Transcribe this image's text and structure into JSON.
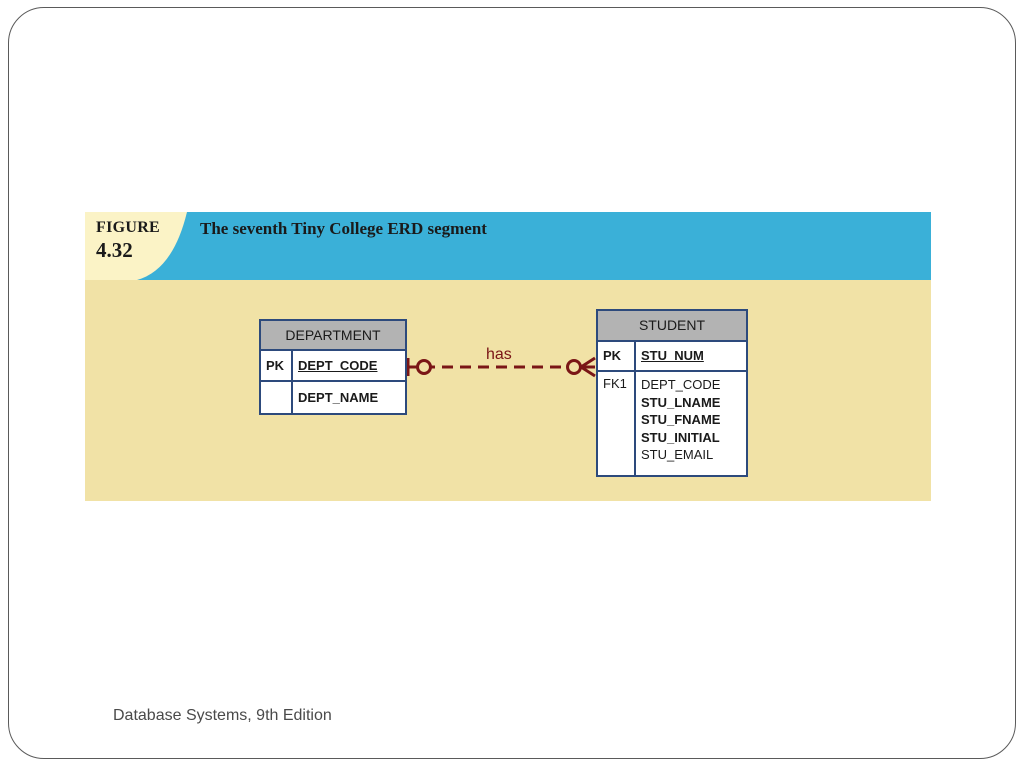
{
  "figure": {
    "word": "FIGURE",
    "number": "4.32",
    "title": "The seventh Tiny College ERD segment"
  },
  "entities": {
    "department": {
      "name": "DEPARTMENT",
      "pk_label": "PK",
      "pk_attr": "DEPT_CODE",
      "attr": "DEPT_NAME"
    },
    "student": {
      "name": "STUDENT",
      "pk_label": "PK",
      "pk_attr": "STU_NUM",
      "fk_label": "FK1",
      "attrs": [
        "DEPT_CODE",
        "STU_LNAME",
        "STU_FNAME",
        "STU_INITIAL",
        "STU_EMAIL"
      ]
    }
  },
  "relationship": {
    "label": "has",
    "color": "#7a1616"
  },
  "footer": {
    "text": "Database Systems, 9th Edition"
  },
  "colors": {
    "band": "#3ab0d8",
    "background": "#f1e2a6",
    "tab": "#fbf3c6",
    "entity_border": "#2d4a7c",
    "entity_header": "#b3b3b3"
  }
}
